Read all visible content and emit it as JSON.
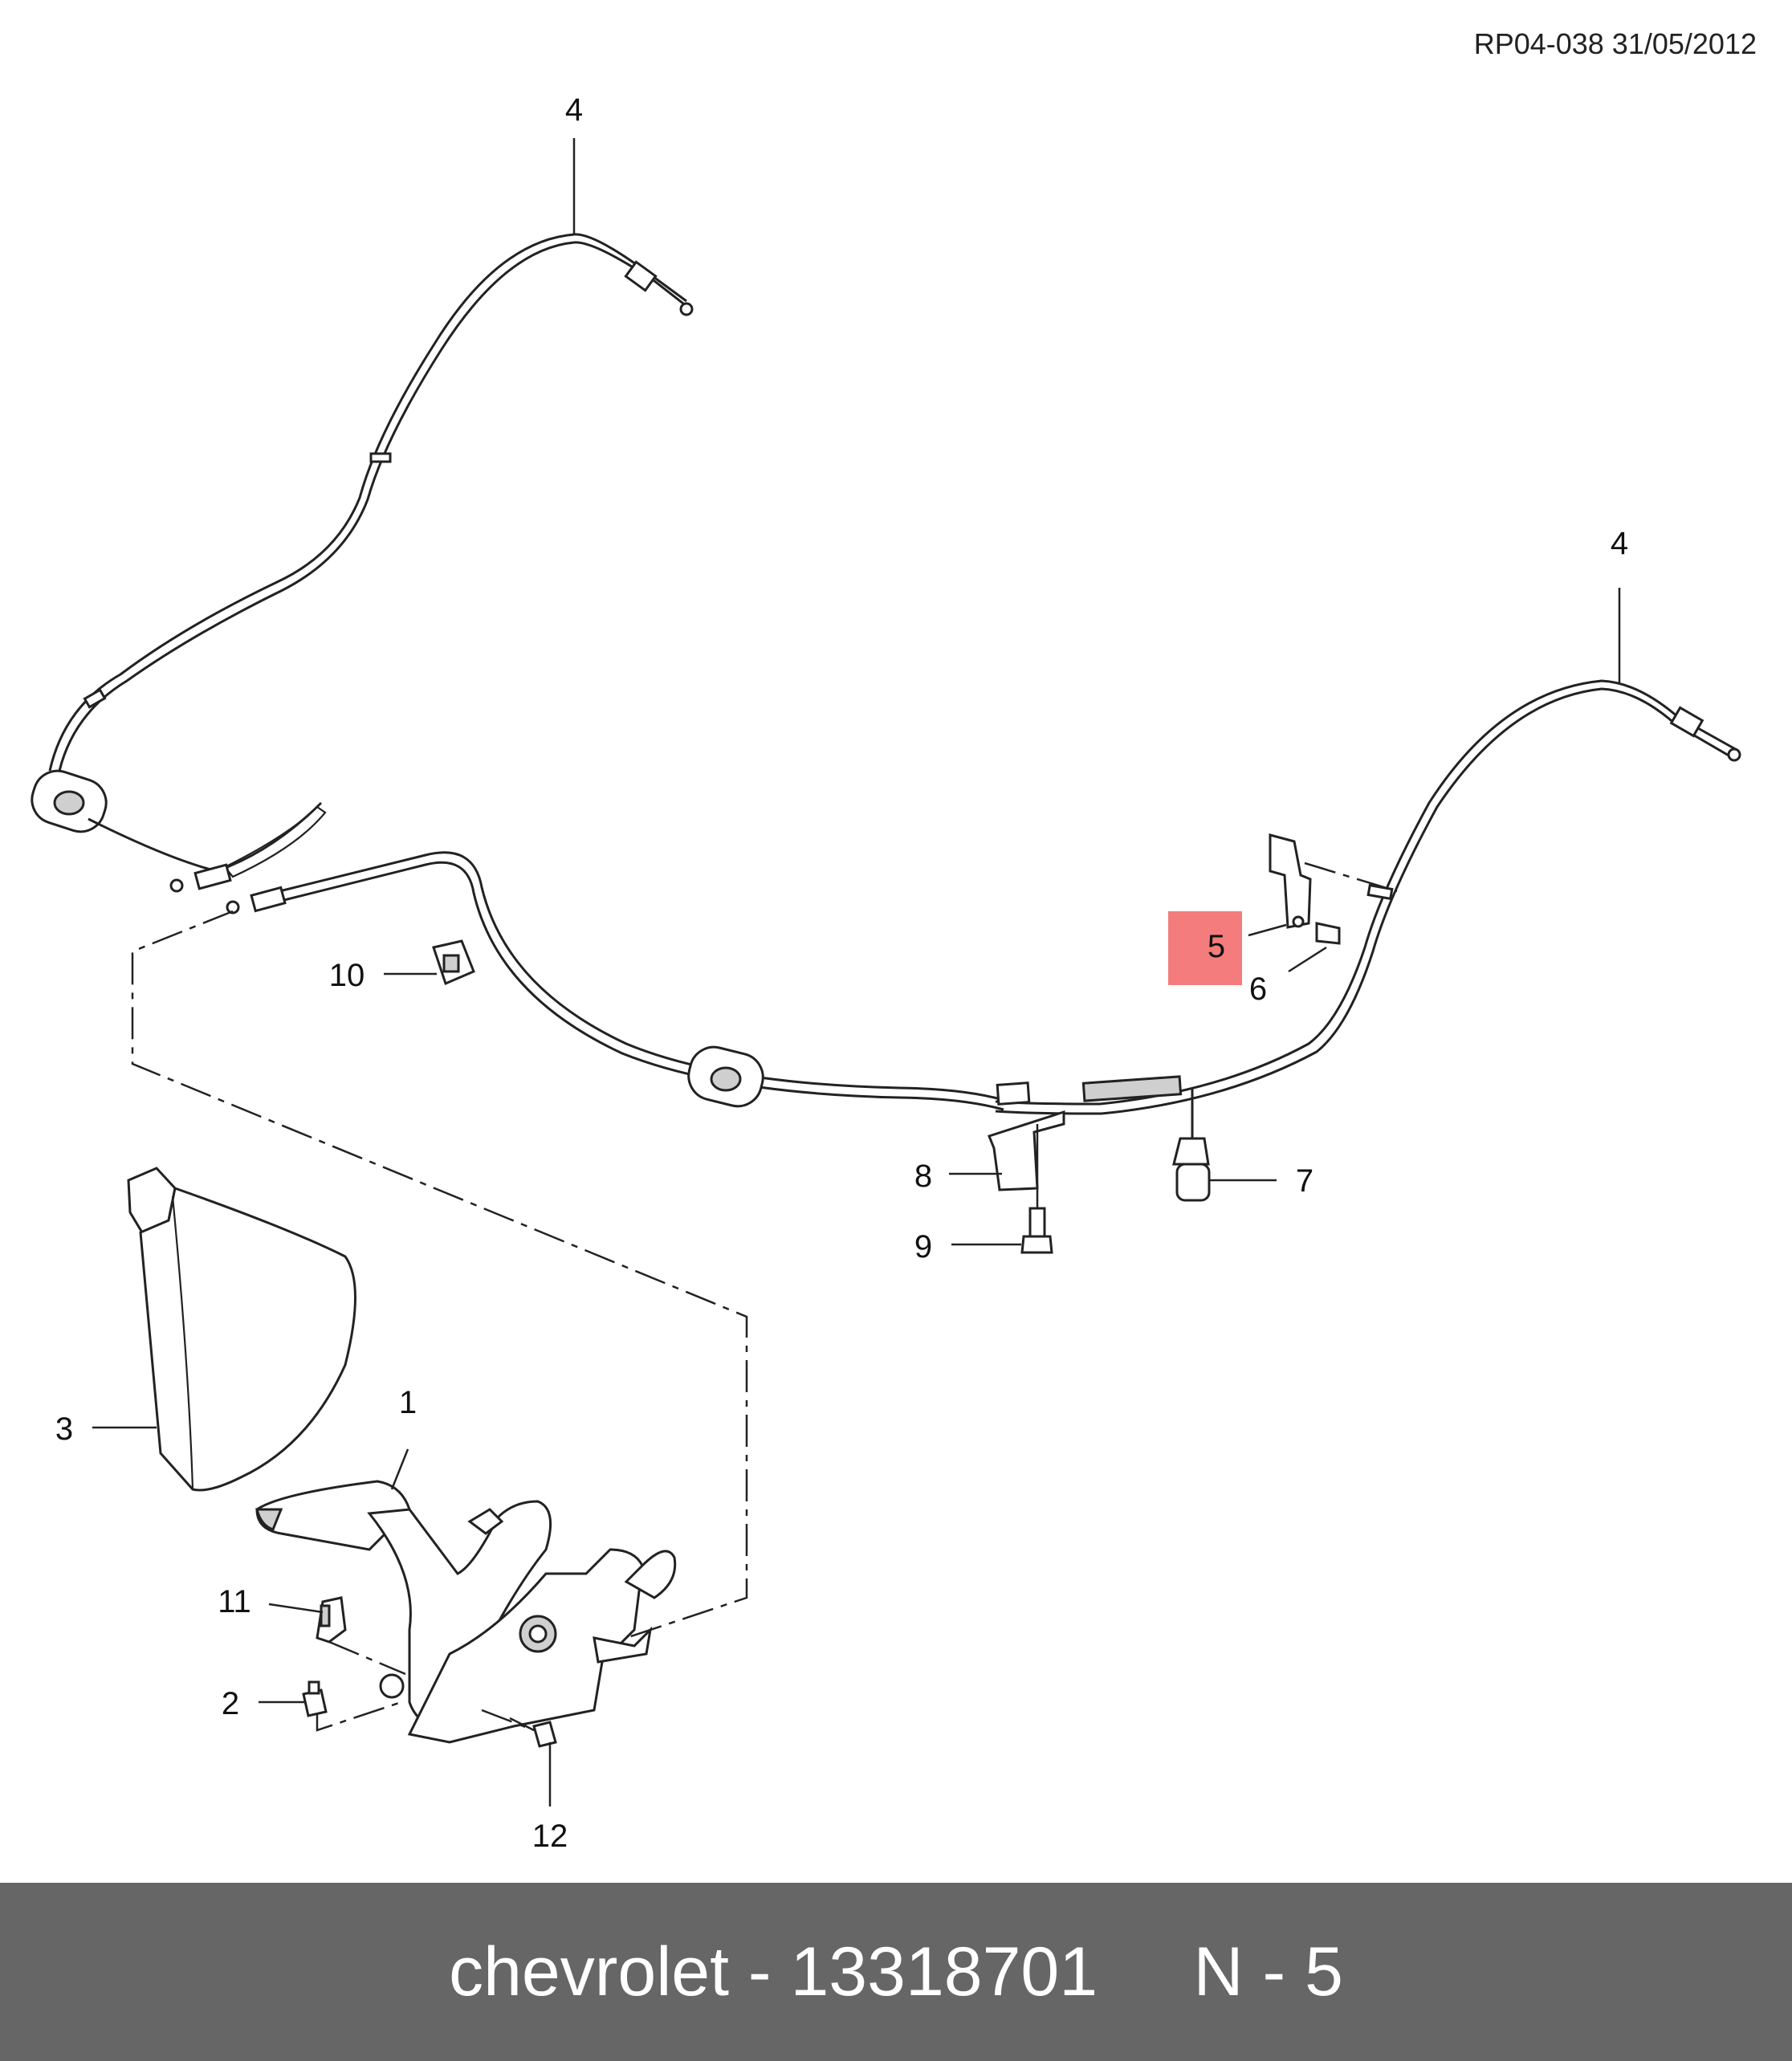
{
  "reference": "RP04-038 31/05/2012",
  "callouts": {
    "c1": "1",
    "c2": "2",
    "c3": "3",
    "c4a": "4",
    "c4b": "4",
    "c5": "5",
    "c6": "6",
    "c7": "7",
    "c8": "8",
    "c9": "9",
    "c10": "10",
    "c11": "11",
    "c12": "12"
  },
  "highlight_color": "#f47c7c",
  "footer": {
    "text": "chevrolet - 13318701     N - 5",
    "background": "#666666"
  }
}
